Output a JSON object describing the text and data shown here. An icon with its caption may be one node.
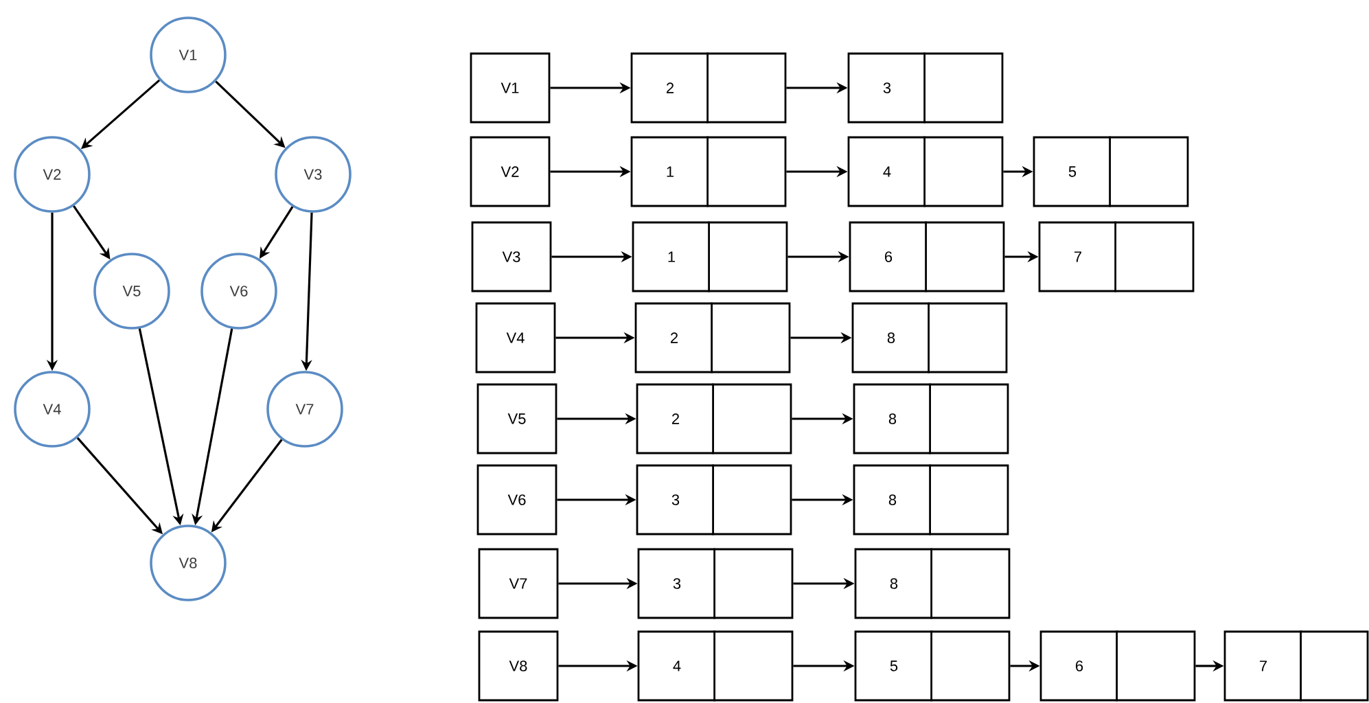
{
  "diagram": {
    "nodes": [
      {
        "text": [
          "V1"
        ]
      },
      {
        "text": [
          "V2"
        ]
      },
      {
        "text": [
          "V3"
        ]
      },
      {
        "text": [
          "V5"
        ]
      },
      {
        "text": [
          "V6"
        ]
      },
      {
        "text": [
          "V4"
        ]
      },
      {
        "text": [
          "V7"
        ]
      },
      {
        "text": [
          "V8"
        ]
      },
      {
        "text": [
          "V1"
        ]
      },
      {
        "text": [
          "2"
        ]
      },
      {
        "text": [
          "3"
        ]
      },
      {
        "text": [
          "V2"
        ]
      },
      {
        "text": [
          "1"
        ]
      },
      {
        "text": [
          "4"
        ]
      },
      {
        "text": [
          "5"
        ]
      },
      {
        "text": [
          "V3"
        ]
      },
      {
        "text": [
          "1"
        ]
      },
      {
        "text": [
          "6"
        ]
      },
      {
        "text": [
          "7"
        ]
      },
      {
        "text": [
          "V4"
        ]
      },
      {
        "text": [
          "2"
        ]
      },
      {
        "text": [
          "8"
        ]
      },
      {
        "text": [
          "V5"
        ]
      },
      {
        "text": [
          "2"
        ]
      },
      {
        "text": [
          "8"
        ]
      },
      {
        "text": [
          "V6"
        ]
      },
      {
        "text": [
          "3"
        ]
      },
      {
        "text": [
          "8"
        ]
      },
      {
        "text": [
          "V7"
        ]
      },
      {
        "text": [
          "3"
        ]
      },
      {
        "text": [
          "8"
        ]
      },
      {
        "text": [
          "V8"
        ]
      },
      {
        "text": [
          "4"
        ]
      },
      {
        "text": [
          "5"
        ]
      },
      {
        "text": [
          "6"
        ]
      },
      {
        "text": [
          "7"
        ]
      }
    ],
    "edges": [
      {
        "from": 0,
        "to": 1,
        "arrow": "to"
      },
      {
        "from": 0,
        "to": 2,
        "arrow": "to"
      },
      {
        "from": 1,
        "to": 5,
        "arrow": "to"
      },
      {
        "from": 1,
        "to": 3,
        "arrow": "to"
      },
      {
        "from": 2,
        "to": 4,
        "arrow": "to"
      },
      {
        "from": 2,
        "to": 6,
        "arrow": "to"
      },
      {
        "from": 5,
        "to": 7,
        "arrow": "to"
      },
      {
        "from": 3,
        "to": 7,
        "arrow": "to"
      },
      {
        "from": 4,
        "to": 7,
        "arrow": "to"
      },
      {
        "from": 6,
        "to": 7,
        "arrow": "to"
      },
      {
        "from": 8,
        "to": 9,
        "arrow": "to"
      },
      {
        "from": 9,
        "to": 10,
        "arrow": "to"
      },
      {
        "from": 11,
        "to": 12,
        "arrow": "to"
      },
      {
        "from": 12,
        "to": 13,
        "arrow": "to"
      },
      {
        "from": 13,
        "to": 14,
        "arrow": "to"
      },
      {
        "from": 15,
        "to": 16,
        "arrow": "to"
      },
      {
        "from": 16,
        "to": 17,
        "arrow": "to"
      },
      {
        "from": 17,
        "to": 18,
        "arrow": "to"
      },
      {
        "from": 19,
        "to": 20,
        "arrow": "to"
      },
      {
        "from": 20,
        "to": 21,
        "arrow": "to"
      },
      {
        "from": 22,
        "to": 23,
        "arrow": "to"
      },
      {
        "from": 23,
        "to": 24,
        "arrow": "to"
      },
      {
        "from": 25,
        "to": 26,
        "arrow": "to"
      },
      {
        "from": 26,
        "to": 27,
        "arrow": "to"
      },
      {
        "from": 28,
        "to": 29,
        "arrow": "to"
      },
      {
        "from": 29,
        "to": 30,
        "arrow": "to"
      },
      {
        "from": 31,
        "to": 32,
        "arrow": "to"
      },
      {
        "from": 32,
        "to": 33,
        "arrow": "to"
      },
      {
        "from": 33,
        "to": 34,
        "arrow": "to"
      },
      {
        "from": 34,
        "to": 35,
        "arrow": "to"
      }
    ]
  }
}
